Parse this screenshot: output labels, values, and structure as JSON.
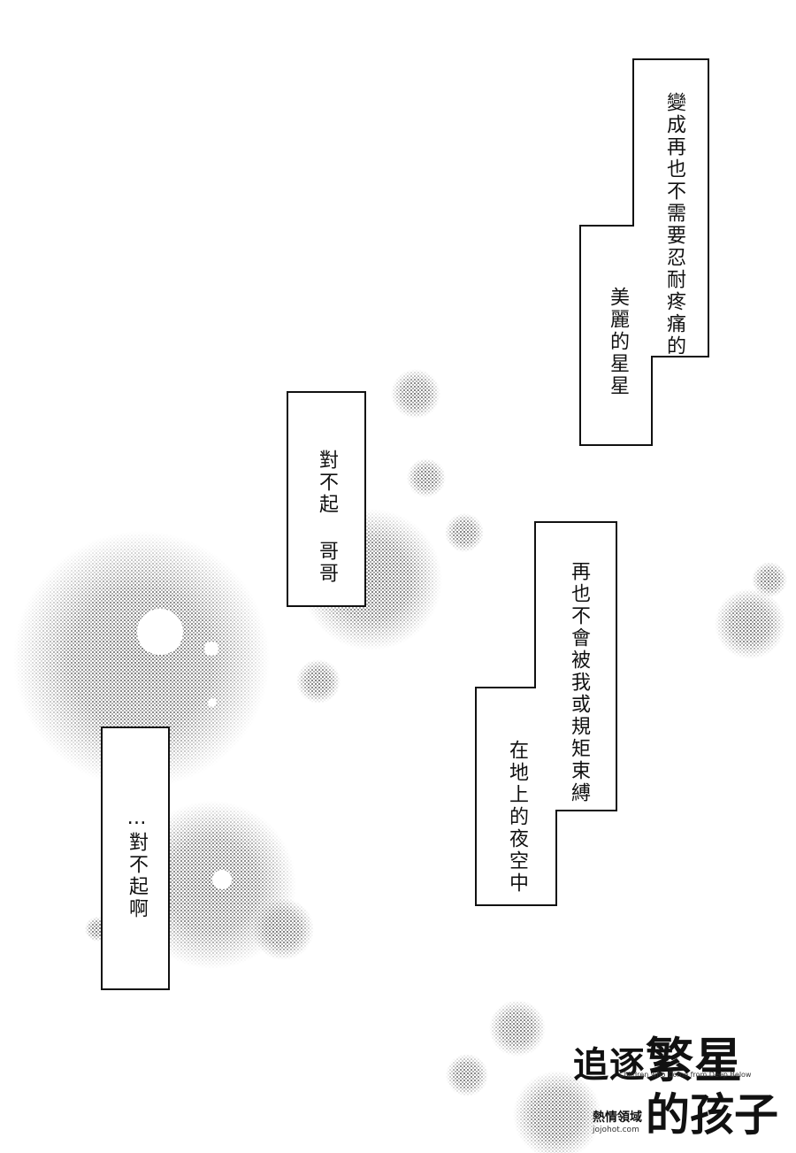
{
  "captions": {
    "top_right": {
      "line1": "變成再也不需要忍耐疼痛的",
      "line2": "美麗的星星"
    },
    "middle_left": {
      "text": "對不起 哥哥"
    },
    "middle_right": {
      "line1": "再也不會被我或規矩束縛",
      "line2": "在地上的夜空中"
    },
    "bottom_left": {
      "text": "…對不起啊"
    }
  },
  "logo": {
    "title_prefix": "追逐",
    "title_big": "繁星",
    "subtitle": "Children who Come from Deep Below",
    "title_line2": "的孩子",
    "watermark": "熱情領域",
    "watermark_url": "jojohot.com"
  }
}
